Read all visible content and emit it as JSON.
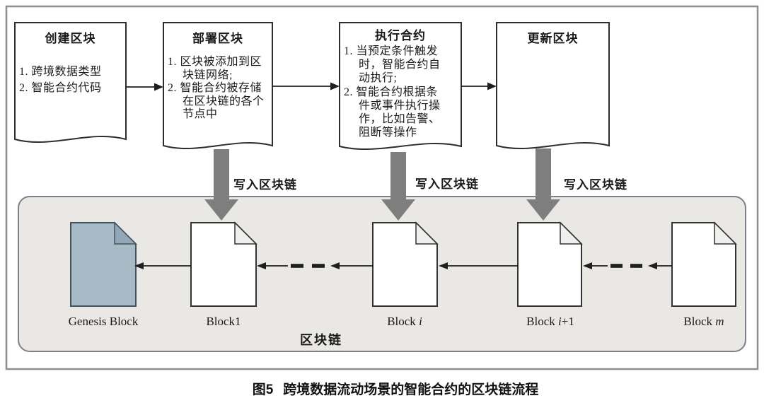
{
  "steps": [
    {
      "title": "创建区块",
      "lines": [
        {
          "text": "1. 跨境数据类型",
          "indent": false
        },
        {
          "text": "2. 智能合约代码",
          "indent": false
        }
      ]
    },
    {
      "title": "部署区块",
      "lines": [
        {
          "text": "1. 区块被添加到区",
          "indent": false
        },
        {
          "text": "块链网络;",
          "indent": true
        },
        {
          "text": "2. 智能合约被存储",
          "indent": false
        },
        {
          "text": "在区块链的各个",
          "indent": true
        },
        {
          "text": "节点中",
          "indent": true
        }
      ]
    },
    {
      "title": "执行合约",
      "lines": [
        {
          "text": "1. 当预定条件触发",
          "indent": false
        },
        {
          "text": "时，智能合约自",
          "indent": true
        },
        {
          "text": "动执行;",
          "indent": true
        },
        {
          "text": "2. 智能合约根据条",
          "indent": false
        },
        {
          "text": "件或事件执行操",
          "indent": true
        },
        {
          "text": "作，比如告警、",
          "indent": true
        },
        {
          "text": "阻断等操作",
          "indent": true
        }
      ]
    },
    {
      "title": "更新区块",
      "lines": []
    }
  ],
  "write_labels": [
    "写入区块链",
    "写入区块链",
    "写入区块链"
  ],
  "chain": {
    "label": "区块链",
    "blocks": [
      {
        "text": "Genesis Block",
        "var": "",
        "suffix": ""
      },
      {
        "text": "Block1",
        "var": "",
        "suffix": ""
      },
      {
        "text": "Block ",
        "var": "i",
        "suffix": ""
      },
      {
        "text": "Block ",
        "var": "i",
        "suffix": "+1"
      },
      {
        "text": "Block ",
        "var": "m",
        "suffix": ""
      }
    ]
  },
  "caption": {
    "prefix": "图5",
    "text": "跨境数据流动场景的智能合约的区块链流程"
  },
  "colors": {
    "genesis_fill": "#a9bac7",
    "genesis_fold": "#92a7b7",
    "genesis_stroke": "#42525e",
    "doc_stroke": "#2d2d2d",
    "container_fill": "#e9e8e5",
    "container_stroke": "#7f7f88",
    "write_arrow_gray": "#7e7e7e",
    "line_black": "#1f1f1f"
  }
}
